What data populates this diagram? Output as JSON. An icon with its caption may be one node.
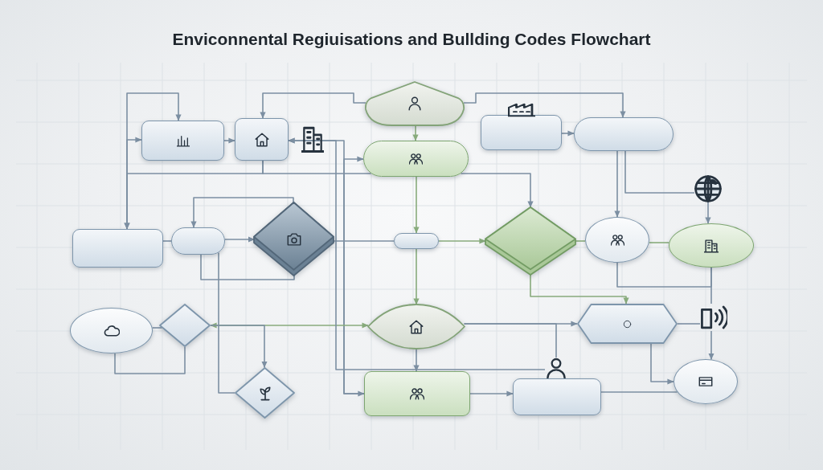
{
  "diagram": {
    "title": "Enviconnental Regiuisations and Bullding Codes Flowchart",
    "nodes": [
      {
        "text": [],
        "shape": "pentagon"
      },
      {
        "text": [],
        "shape": "box"
      },
      {
        "text": [],
        "shape": "box"
      },
      {
        "text": [],
        "shape": "pill"
      },
      {
        "text": [],
        "shape": "box"
      },
      {
        "text": [],
        "shape": "pill"
      },
      {
        "text": [],
        "shape": "picture"
      },
      {
        "text": [],
        "shape": "box"
      },
      {
        "text": [],
        "shape": "pill"
      },
      {
        "text": [],
        "shape": "diamond"
      },
      {
        "text": [],
        "shape": "pill"
      },
      {
        "text": [],
        "shape": "diamond"
      },
      {
        "text": [],
        "shape": "ellipse"
      },
      {
        "text": [],
        "shape": "ellipse"
      },
      {
        "text": [],
        "shape": "ellipse"
      },
      {
        "text": [],
        "shape": "diamond"
      },
      {
        "text": [],
        "shape": "lens"
      },
      {
        "text": [],
        "shape": "hexagon"
      },
      {
        "text": [],
        "shape": "picture"
      },
      {
        "text": [],
        "shape": "diamond"
      },
      {
        "text": [],
        "shape": "picture"
      },
      {
        "text": [],
        "shape": "box"
      },
      {
        "text": [],
        "shape": "box"
      },
      {
        "text": [],
        "shape": "ellipse"
      }
    ],
    "edges": [
      {
        "from": 7,
        "to": 1,
        "arrow": "both"
      },
      {
        "from": 7,
        "to": 1,
        "arrow": "to"
      },
      {
        "from": 2,
        "to": 7,
        "arrow": "to"
      },
      {
        "from": 1,
        "to": 2,
        "arrow": "to"
      },
      {
        "from": 0,
        "to": 2,
        "arrow": "to"
      },
      {
        "from": 0,
        "to": 5,
        "arrow": "to"
      },
      {
        "from": 0,
        "to": 3,
        "arrow": "to",
        "color": "#88ab7c"
      },
      {
        "from": 21,
        "to": 2,
        "arrow": "both"
      },
      {
        "from": 21,
        "to": 3,
        "arrow": "to"
      },
      {
        "from": 2,
        "to": 3,
        "arrow": "none"
      },
      {
        "from": 3,
        "to": 11,
        "arrow": "to"
      },
      {
        "from": 4,
        "to": 5,
        "arrow": "to"
      },
      {
        "from": 5,
        "to": 12,
        "arrow": "to"
      },
      {
        "from": 5,
        "to": 6,
        "arrow": "none"
      },
      {
        "from": 6,
        "to": 13,
        "arrow": "to"
      },
      {
        "from": 7,
        "to": 8,
        "arrow": "none"
      },
      {
        "from": 8,
        "to": 9,
        "arrow": "to"
      },
      {
        "from": 9,
        "to": 8,
        "arrow": "to"
      },
      {
        "from": 8,
        "to": 9,
        "arrow": "none"
      },
      {
        "from": 9,
        "to": 10,
        "arrow": "none"
      },
      {
        "from": 3,
        "to": 10,
        "arrow": "to",
        "color": "#88ab7c"
      },
      {
        "from": 10,
        "to": 11,
        "arrow": "to",
        "color": "#88ab7c"
      },
      {
        "from": 10,
        "to": 16,
        "arrow": "to",
        "color": "#88ab7c"
      },
      {
        "from": 11,
        "to": 12,
        "arrow": "none",
        "color": "#88ab7c"
      },
      {
        "from": 12,
        "to": 13,
        "arrow": "none",
        "color": "#88ab7c"
      },
      {
        "from": 12,
        "to": 13,
        "arrow": "none"
      },
      {
        "from": 11,
        "to": 17,
        "arrow": "to",
        "color": "#88ab7c"
      },
      {
        "from": 14,
        "to": 15,
        "arrow": "none"
      },
      {
        "from": 14,
        "to": 15,
        "arrow": "none"
      },
      {
        "from": 15,
        "to": 16,
        "arrow": "both",
        "color": "#88ab7c"
      },
      {
        "from": 15,
        "to": 19,
        "arrow": "to"
      },
      {
        "from": 8,
        "to": 19,
        "arrow": "none"
      },
      {
        "from": 16,
        "to": 17,
        "arrow": "to"
      },
      {
        "from": 16,
        "to": 20,
        "arrow": "none"
      },
      {
        "from": 20,
        "to": 2,
        "arrow": "to"
      },
      {
        "from": 16,
        "to": 21,
        "arrow": "to"
      },
      {
        "from": 17,
        "to": 18,
        "arrow": "none"
      },
      {
        "from": 13,
        "to": 18,
        "arrow": "none"
      },
      {
        "from": 18,
        "to": 23,
        "arrow": "to"
      },
      {
        "from": 17,
        "to": 23,
        "arrow": "to"
      },
      {
        "from": 21,
        "to": 22,
        "arrow": "to"
      },
      {
        "from": 22,
        "to": 23,
        "arrow": "none"
      }
    ]
  }
}
